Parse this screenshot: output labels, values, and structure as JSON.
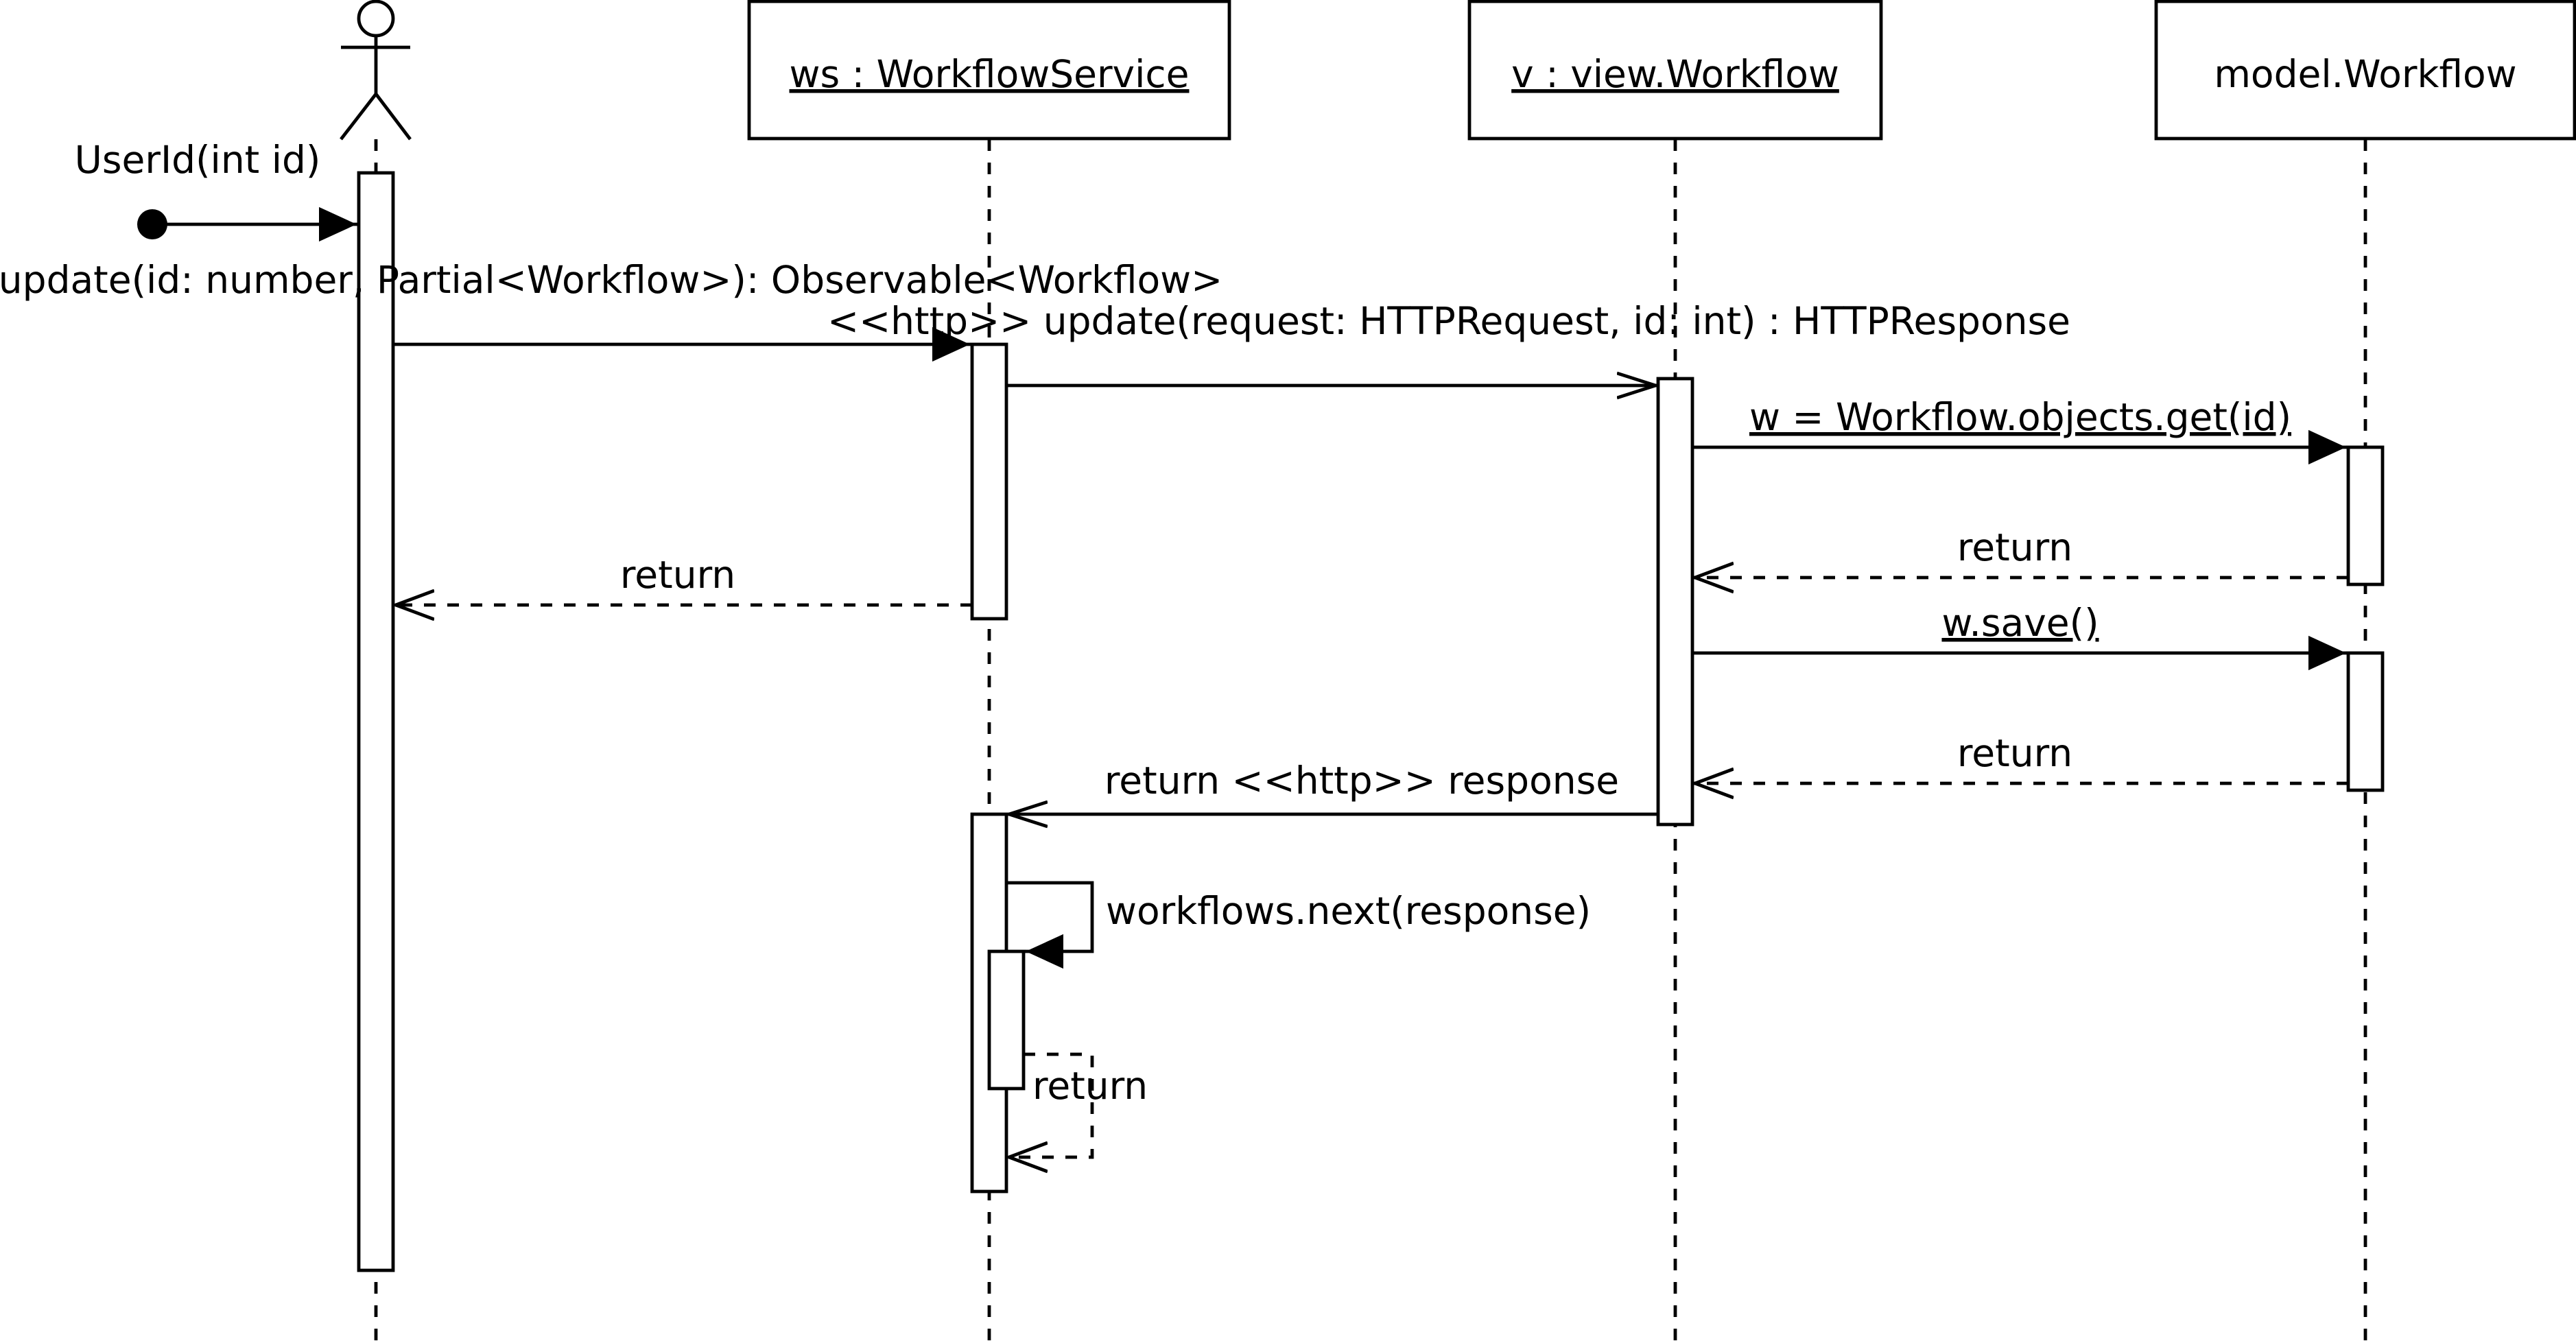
{
  "participants": {
    "ws": "ws : WorkflowService",
    "view": "v : view.Workflow",
    "model": "model.Workflow"
  },
  "messages": {
    "found": "UserId(int id)",
    "update": "update(id: number, Partial<Workflow>): Observable<Workflow>",
    "http_update": "<<http>> update(request: HTTPRequest, id: int) : HTTPResponse",
    "get": "w = Workflow.objects.get(id)",
    "return_get": "return",
    "return_ws": "return",
    "save": "w.save()",
    "return_save": "return",
    "return_http": "return <<http>> response",
    "next": "workflows.next(response)",
    "return_self": "return"
  },
  "colors": {
    "stroke": "#000000",
    "background": "#ffffff"
  }
}
